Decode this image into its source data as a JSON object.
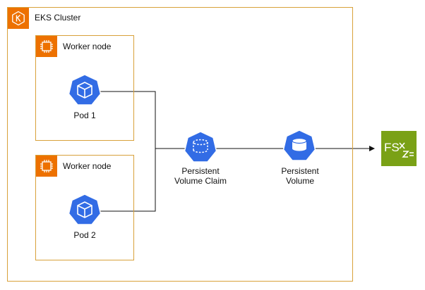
{
  "cluster": {
    "title": "EKS Cluster",
    "icon": "eks-icon"
  },
  "worker_nodes": [
    {
      "title": "Worker node",
      "icon": "ec2-chip-icon",
      "pod": {
        "label": "Pod 1",
        "icon": "k8s-pod-icon"
      }
    },
    {
      "title": "Worker node",
      "icon": "ec2-chip-icon",
      "pod": {
        "label": "Pod 2",
        "icon": "k8s-pod-icon"
      }
    }
  ],
  "pvc": {
    "line1": "Persistent",
    "line2": "Volume Claim",
    "icon": "k8s-pvc-icon"
  },
  "pv": {
    "line1": "Persistent",
    "line2": "Volume",
    "icon": "k8s-pv-icon"
  },
  "fsx": {
    "icon": "fsx-icon"
  },
  "colors": {
    "aws_orange": "#ed7100",
    "k8s_blue": "#326ce5",
    "fsx_green": "#7aa116",
    "border": "#d8a13a"
  }
}
